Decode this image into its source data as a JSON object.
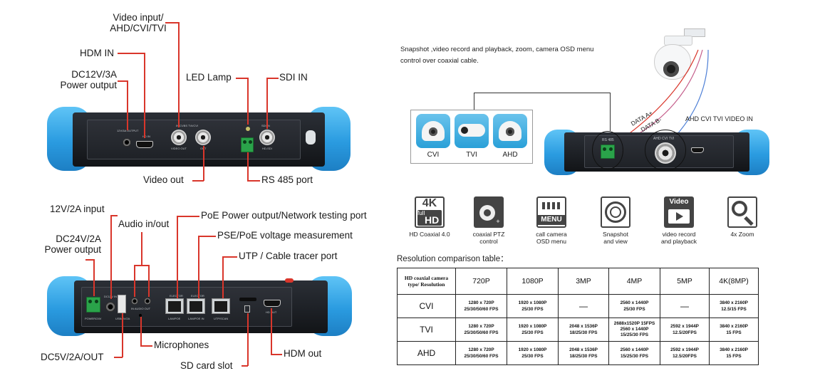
{
  "top_device": {
    "callouts": {
      "video_input": "Video input/\nAHD/CVI/TVI",
      "hdm_in": "HDM IN",
      "dc12v": "DC12V/3A\nPower output",
      "led_lamp": "LED Lamp",
      "sdi_in": "SDI IN",
      "video_out": "Video out",
      "rs485_port": "RS 485 port"
    },
    "panel_text": {
      "dc_label": "12V/3A OUTPUT",
      "hdmi_label": "HD IN",
      "bnc_label": "IN CVBS TVI/CVI",
      "bnc_out": "VIDEO OUT",
      "bnc2": "OUT",
      "sdi_label": "SDI IN",
      "sdi_sub": "HD-SDI"
    }
  },
  "bottom_device": {
    "callouts": {
      "in12v": "12V/2A input",
      "dc24v": "DC24V/2A\nPower output",
      "audio": "Audio in/out",
      "poe_out": "PoE Power output/Network testing port",
      "pse": "PSE/PoE voltage measurement",
      "utp": "UTP / Cable tracer port",
      "dc5v": "DC5V/2A/OUT",
      "mic": "Microphones",
      "sd": "SD card slot",
      "hdm_out": "HDM out"
    },
    "panel_text": {
      "t1": "POWER/24V",
      "t2": "DC12V IN",
      "t3": "USB/5V/2A",
      "t4": "IN AUDIO OUT",
      "t5": "ELECTOR",
      "t6": "LAN/POE",
      "t7": "ELECTOR",
      "t8": "LAN/POE IN",
      "t9": "UTP/SCAN",
      "t10": "HD OUT"
    }
  },
  "banner": {
    "note_line1": "Snapshot ,video record and playback, zoom, camera OSD menu",
    "note_line2": "control over coaxial cable.",
    "modes": [
      "CVI",
      "TVI",
      "AHD"
    ],
    "rs485_small": "RS 485",
    "bnc_small": "AHD CVI TVI",
    "data_a": "DATA A+",
    "data_b": "DATA B-",
    "video_in": "AHD CVI TVI VIDEO IN"
  },
  "features": [
    {
      "name": "hd-coaxial",
      "label": "HD Coaxial 4.0",
      "icon": "4k-full-hd-icon",
      "glyph_top": "4K",
      "glyph_mid": "full",
      "glyph_bot": "HD"
    },
    {
      "name": "ptz",
      "label": "coaxial PTZ\ncontrol",
      "icon": "ptz-camera-icon"
    },
    {
      "name": "osd",
      "label": "call camera\nOSD menu",
      "icon": "menu-icon",
      "glyph_bot": "MENU"
    },
    {
      "name": "snapshot",
      "label": "Snapshot\nand view",
      "icon": "camera-shutter-icon"
    },
    {
      "name": "video-record",
      "label": "video record\nand playback",
      "icon": "video-icon",
      "glyph_top": "Video"
    },
    {
      "name": "zoom",
      "label": "4x Zoom",
      "icon": "magnifier-icon"
    }
  ],
  "table": {
    "title": "Resolution comparison table：",
    "corner": "HD coaxial camera\ntype/ Resolution",
    "columns": [
      "720P",
      "1080P",
      "3MP",
      "4MP",
      "5MP",
      "4K(8MP)"
    ],
    "rows": [
      {
        "name": "CVI",
        "cells": [
          "1280 x 720P\n25/30/50/60 FPS",
          "1920 x 1080P\n25/30 FPS",
          "—",
          "2560 x 1440P\n25/30 FPS",
          "—",
          "3840 x 2160P\n12.5/15 FPS"
        ]
      },
      {
        "name": "TVI",
        "cells": [
          "1280 x 720P\n25/30/50/60 FPS",
          "1920 x 1080P\n25/30 FPS",
          "2048 x 1536P\n18/25/30 FPS",
          "2688x1520P 15FPS\n2560 x 1440P\n15/25/30 FPS",
          "2592 x 1944P\n12.5/20FPS",
          "3840 x 2160P\n15 FPS"
        ]
      },
      {
        "name": "AHD",
        "cells": [
          "1280 x 720P\n25/30/50/60 FPS",
          "1920 x 1080P\n25/30 FPS",
          "2048 x 1536P\n18/25/30 FPS",
          "2560 x 1440P\n15/25/30 FPS",
          "2592 x 1944P\n12.5/20FPS",
          "3840 x 2160P\n15 FPS"
        ]
      }
    ]
  },
  "colors": {
    "leader": "#d9362b",
    "bumper": "#2a9be0",
    "device_body": "#1f2227",
    "terminal": "#2aa34a",
    "tile": "#2aa0d8"
  }
}
